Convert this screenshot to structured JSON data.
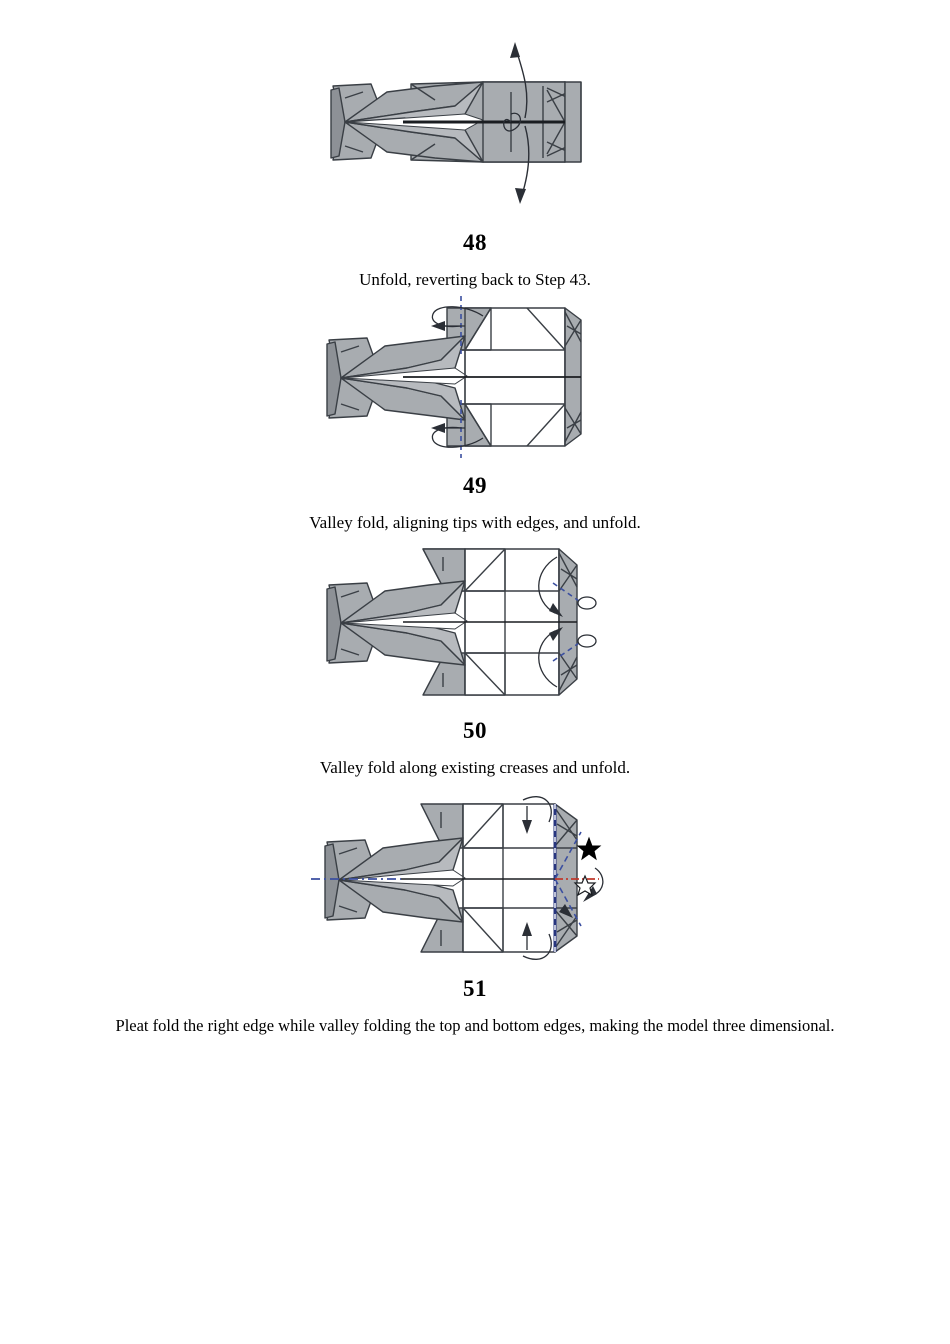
{
  "document": {
    "type": "origami-instructions",
    "page_background": "#ffffff",
    "paper_fill": "#a8acb0",
    "paper_fill_dark": "#8d9196",
    "paper_fill_light": "#c3c6c9",
    "line_color": "#3a3f45",
    "valley_fold_color": "#3b4fa0",
    "mountain_fold_color": "#c0392b",
    "arrow_color": "#2b2f36"
  },
  "steps": [
    {
      "number": "48",
      "caption": "Unfold, reverting back to Step 43.",
      "figure_name": "origami-diagram-step-48"
    },
    {
      "number": "49",
      "caption": "Valley fold, aligning tips with edges, and unfold.",
      "figure_name": "origami-diagram-step-49"
    },
    {
      "number": "50",
      "caption": "Valley fold along existing creases and unfold.",
      "figure_name": "origami-diagram-step-50"
    },
    {
      "number": "51",
      "caption": "Pleat fold the right edge while valley folding the top and bottom edges, making the model three dimensional.",
      "figure_name": "origami-diagram-step-51"
    }
  ]
}
